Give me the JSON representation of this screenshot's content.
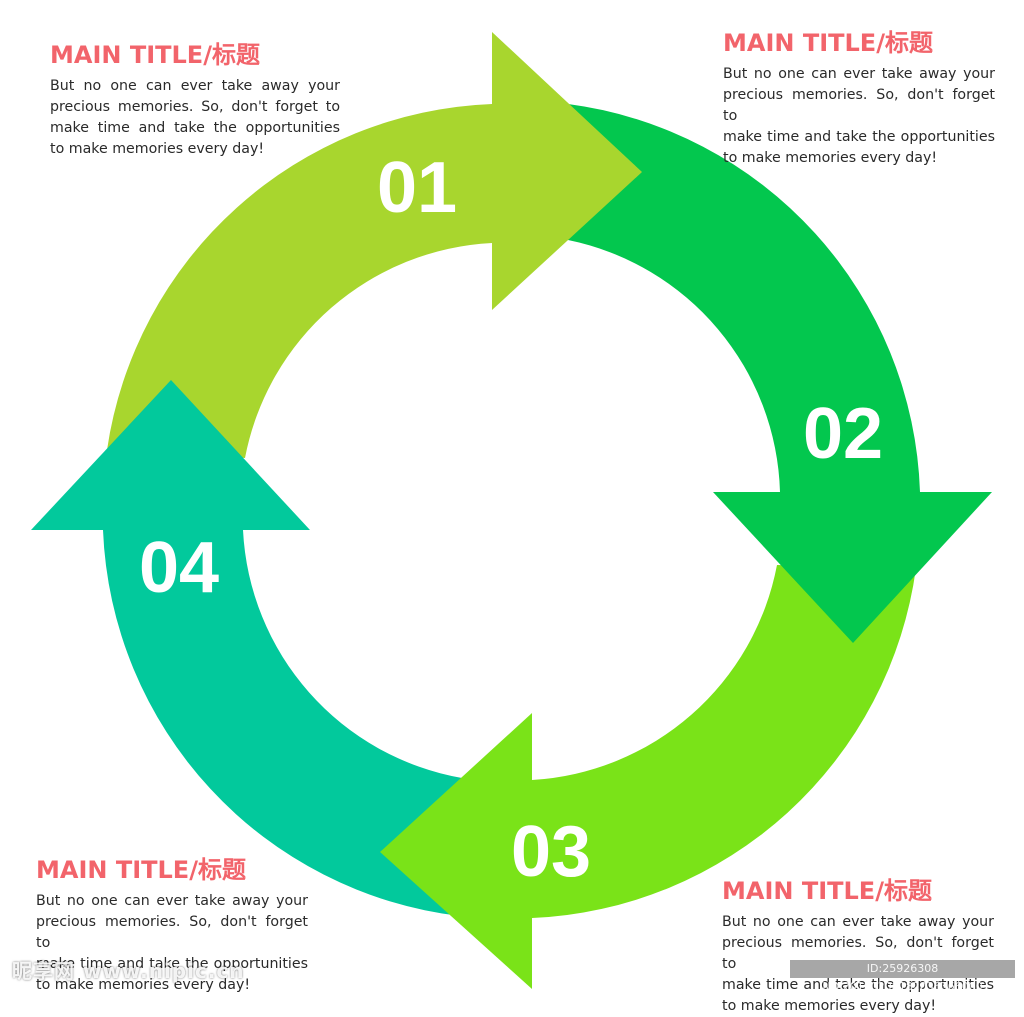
{
  "colors": {
    "step_1": "#a8d62e",
    "step_2": "#03c74e",
    "step_3": "#7ae318",
    "step_4": "#02c99c",
    "title": "#f2646b"
  },
  "steps": [
    {
      "number": "01"
    },
    {
      "number": "02"
    },
    {
      "number": "03"
    },
    {
      "number": "04"
    }
  ],
  "captions": [
    {
      "title": "MAIN TITLE/标题",
      "lines": [
        "But no one can ever take away your",
        "precious memories. So, don't forget to",
        "make time and take the opportunities",
        "to make memories every day!"
      ]
    },
    {
      "title": "MAIN TITLE/标题",
      "lines": [
        "But no one can ever take away your",
        "precious memories. So, don't forget to",
        "make time and take the opportunities",
        "to make memories every day!"
      ]
    },
    {
      "title": "MAIN TITLE/标题",
      "lines": [
        "But no one can ever take away your",
        "precious memories. So, don't forget to",
        "make time and take the opportunities",
        "to make memories every day!"
      ]
    },
    {
      "title": "MAIN TITLE/标题",
      "lines": [
        "But no one can ever take away your",
        "precious memories. So, don't forget to",
        "make time and take the opportunities",
        "to make memories every day!"
      ]
    }
  ],
  "watermark": {
    "left": "昵享网 www.nipic.cn",
    "right": "ID:25926308 NO:20190208182036366000"
  }
}
